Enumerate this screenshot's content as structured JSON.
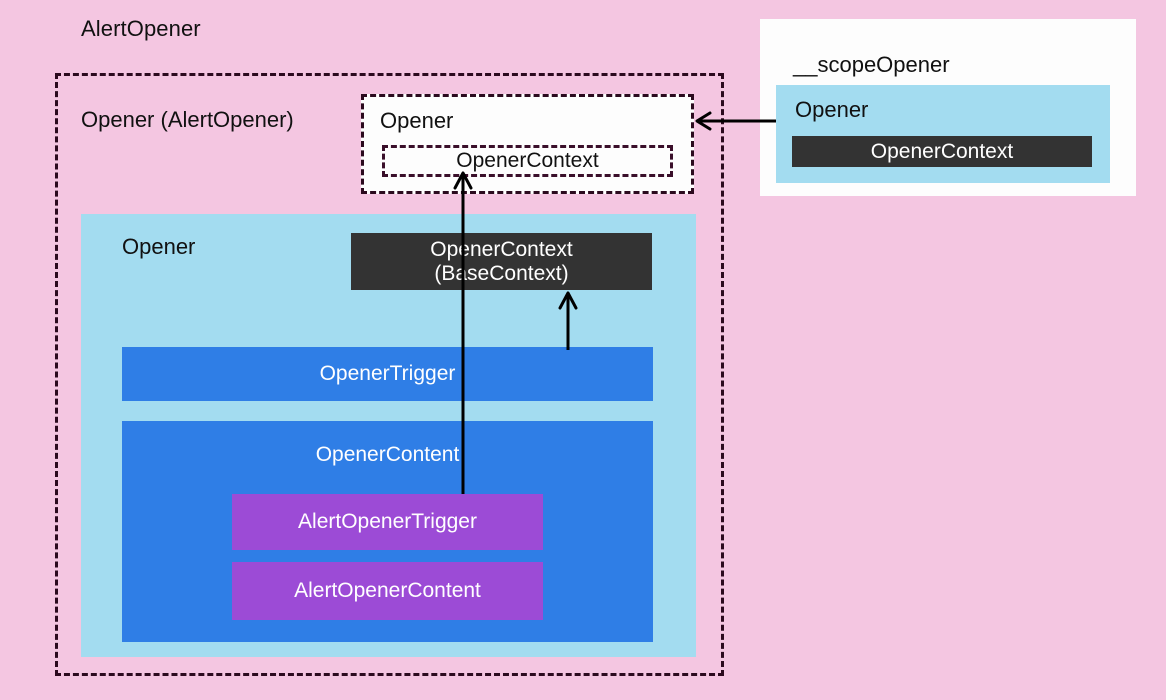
{
  "diagram": {
    "title": "AlertOpener",
    "background_color": "#f4c6e1",
    "outer_scope": {
      "label": "Opener (AlertOpener)",
      "border_style": "dashed",
      "border_color": "#2b0a1e"
    },
    "opener_card": {
      "title": "Opener",
      "context_label": "OpenerContext",
      "background_color": "#fdfdfd",
      "border_style": "dashed"
    },
    "opener_panel": {
      "title": "Opener",
      "background_color": "#a3dcf0",
      "context_chip": {
        "line1": "OpenerContext",
        "line2": "(BaseContext)",
        "background_color": "#333333",
        "text_color": "#ffffff"
      },
      "trigger": {
        "label": "OpenerTrigger",
        "background_color": "#2f7ee6"
      },
      "content": {
        "label": "OpenerContent",
        "background_color": "#2f7ee6",
        "children": [
          {
            "label": "AlertOpenerTrigger",
            "background_color": "#9c4bd6"
          },
          {
            "label": "AlertOpenerContent",
            "background_color": "#9c4bd6"
          }
        ]
      }
    },
    "scope_panel": {
      "title": "__scopeOpener",
      "background_color": "#fdfdfd",
      "group": {
        "title": "Opener",
        "background_color": "#a3dcf0",
        "context_label": "OpenerContext",
        "context_background_color": "#333333"
      }
    },
    "arrows": [
      {
        "name": "scope-to-opener-card",
        "from": "__scopeOpener Opener group",
        "to": "Opener card",
        "direction": "left"
      },
      {
        "name": "alert-opener-trigger-to-opener-context",
        "from": "AlertOpenerTrigger",
        "to": "OpenerContext (card)",
        "direction": "up"
      },
      {
        "name": "opener-trigger-to-base-context",
        "from": "OpenerTrigger",
        "to": "OpenerContext (BaseContext)",
        "direction": "up"
      }
    ]
  }
}
